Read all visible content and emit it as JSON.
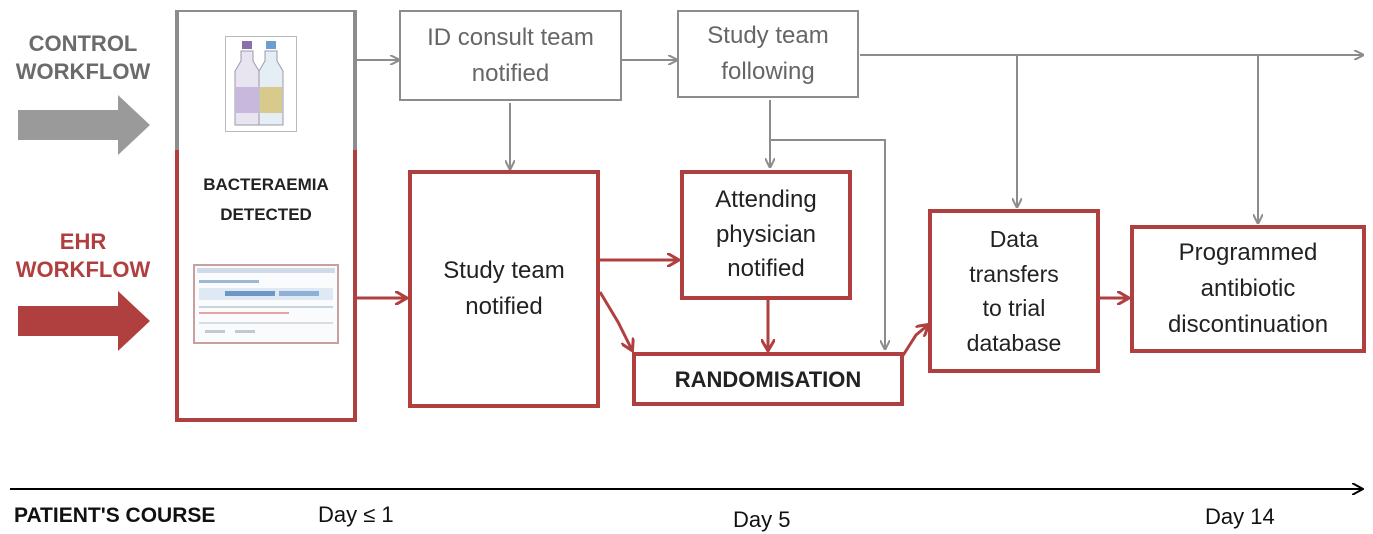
{
  "side_labels": {
    "control": "CONTROL\nWORKFLOW",
    "ehr": "EHR\nWORKFLOW"
  },
  "detect_box": {
    "label": "BACTERAEMIA\nDETECTED"
  },
  "nodes": {
    "id_consult": "ID consult team\nnotified",
    "study_following": "Study team\nfollowing",
    "study_notified": "Study team\nnotified",
    "attending": "Attending\nphysician\nnotified",
    "randomisation": "RANDOMISATION",
    "data_transfer": "Data\ntransfers\nto trial\ndatabase",
    "discontinuation": "Programmed\nantibiotic\ndiscontinuation"
  },
  "timeline": {
    "label": "PATIENT'S COURSE",
    "ticks": [
      "Day ≤ 1",
      "Day 5",
      "Day 14"
    ]
  },
  "colors": {
    "control": "#8c8c8c",
    "ehr": "#b04040",
    "text_control": "#666666",
    "text_ehr": "#b04040"
  }
}
